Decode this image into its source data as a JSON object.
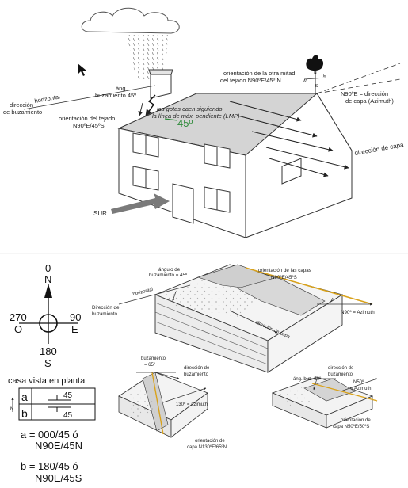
{
  "top": {
    "horizontal": "horizontal",
    "dip_direction": [
      "dirección",
      "de buzamiento"
    ],
    "dip_angle": [
      "áng.",
      "buzamiento 45º"
    ],
    "drops": [
      "las gotas caen siguiendo",
      "la línea de máx. pendiente (LMP)"
    ],
    "roof_orientation": [
      "orientación del tejado",
      "N90ºE/45ºS"
    ],
    "angle_45": "45º",
    "other_half": [
      "orientación de la otra mitad",
      "del tejado N90ºE/45º N"
    ],
    "strike_note": [
      "N90ºE = dirección",
      "de capa (Azimuth)"
    ],
    "strike_direction": "dirección de capa",
    "south": "SUR",
    "vane_n": "N",
    "vane_e": "E",
    "vane_w": "W",
    "vane_s": "S",
    "accent_green": "#2e8b3a"
  },
  "compass": {
    "n_deg": "0",
    "n": "N",
    "e_deg": "90",
    "e": "E",
    "s_deg": "180",
    "s": "S",
    "w_deg": "270",
    "w": "O"
  },
  "plan": {
    "title": "casa vista en planta",
    "row_a_label": "a",
    "row_b_label": "b",
    "row_a_value": "45",
    "row_b_value": "45",
    "north": "N",
    "a_line1": "a = 000/45 ó",
    "a_line2": "N90E/45N",
    "b_line1": "b = 180/45 ó",
    "b_line2": "N90E/45S"
  },
  "geo_main": {
    "dip_angle": [
      "ángulo de",
      "buzamiento = 45º"
    ],
    "layer_orientation": [
      "orientación de las capas",
      "N90ºE/45ºS"
    ],
    "horizontal": "horizontal",
    "dip_direction": [
      "Dirección de",
      "buzamiento"
    ],
    "strike_direction": "dirección de capa",
    "azimuth": "N90º = Azimuth",
    "accent_orange": "#d9a21b"
  },
  "geo_left": {
    "dip": [
      "buzamiento",
      "= 65º"
    ],
    "dip_direction": [
      "dirección de",
      "buzamiento"
    ],
    "azimuth": "130º = azimuth",
    "orientation": [
      "orientación de",
      "capa N130ºE/65ºN"
    ]
  },
  "geo_right": {
    "dip": "áng. buz. 50º",
    "dip_direction": [
      "dirección de",
      "buzamiento"
    ],
    "azimuth": [
      "N50º",
      "= Azimuth"
    ],
    "orientation": [
      "orientación de",
      "capa N50ºE/50ºS"
    ]
  }
}
